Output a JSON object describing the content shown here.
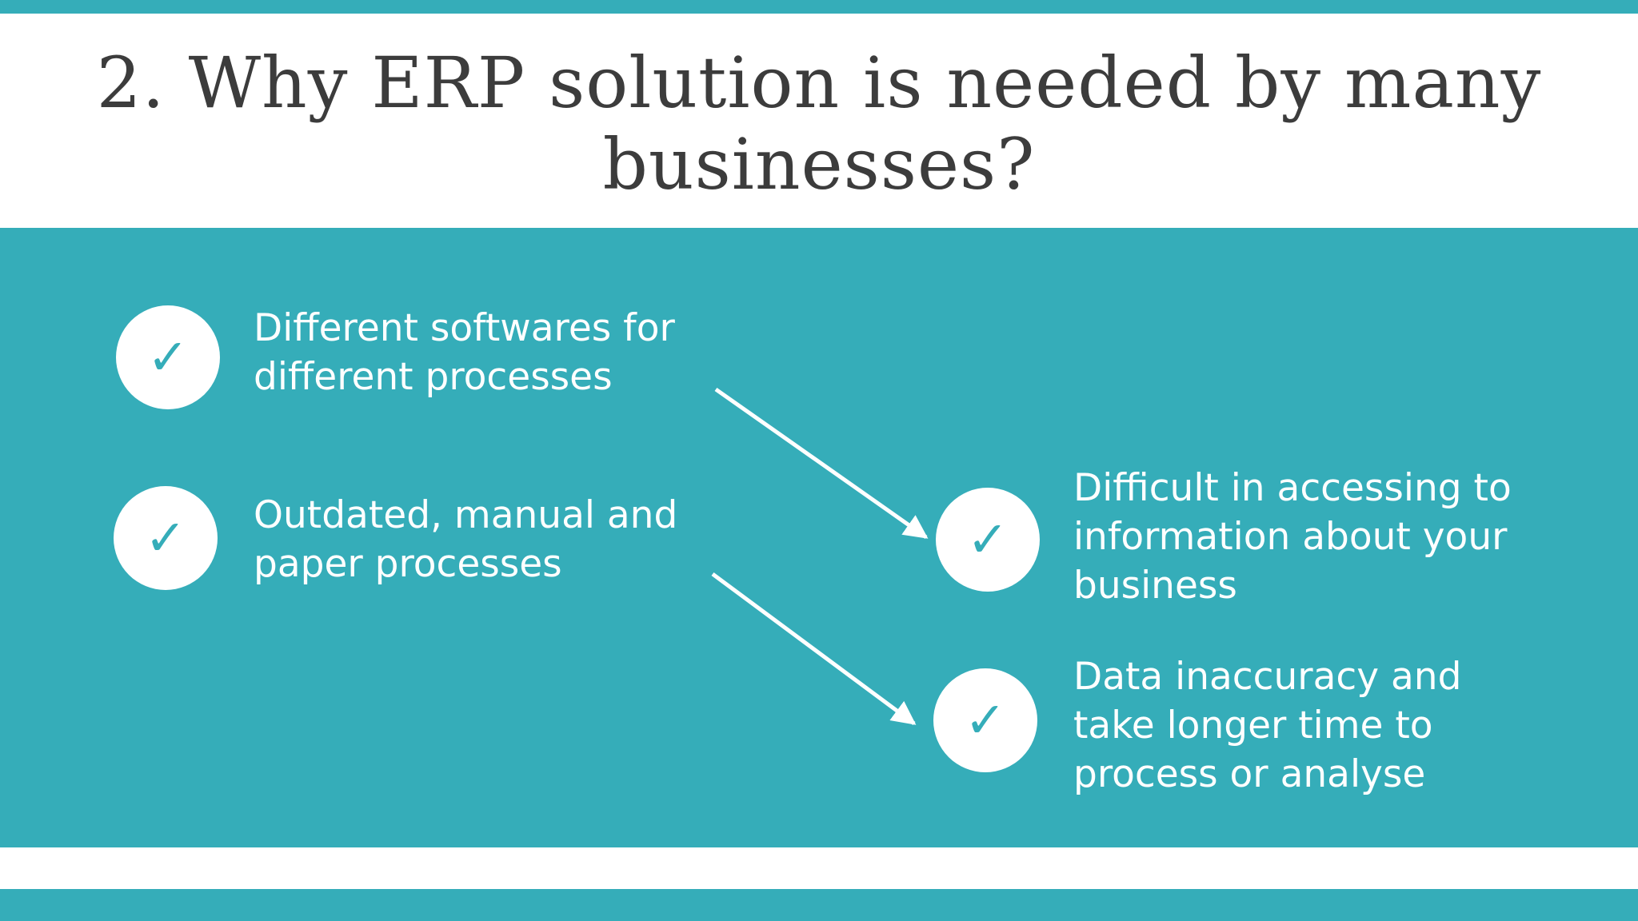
{
  "theme": {
    "accent": "#35adb9",
    "title_color": "#3c3c3c",
    "text_color": "#ffffff"
  },
  "slide": {
    "title": "2. Why ERP solution is needed by many\nbusinesses?"
  },
  "items": [
    {
      "icon": "check-icon",
      "glyph": "✓",
      "text": "Different softwares for\ndifferent processes"
    },
    {
      "icon": "check-icon",
      "glyph": "✓",
      "text": "Outdated, manual and\npaper processes"
    },
    {
      "icon": "check-icon",
      "glyph": "✓",
      "text": "Difficult in accessing to\ninformation about your\nbusiness"
    },
    {
      "icon": "check-icon",
      "glyph": "✓",
      "text": "Data inaccuracy and\ntake longer time to\nprocess or analyse"
    }
  ]
}
